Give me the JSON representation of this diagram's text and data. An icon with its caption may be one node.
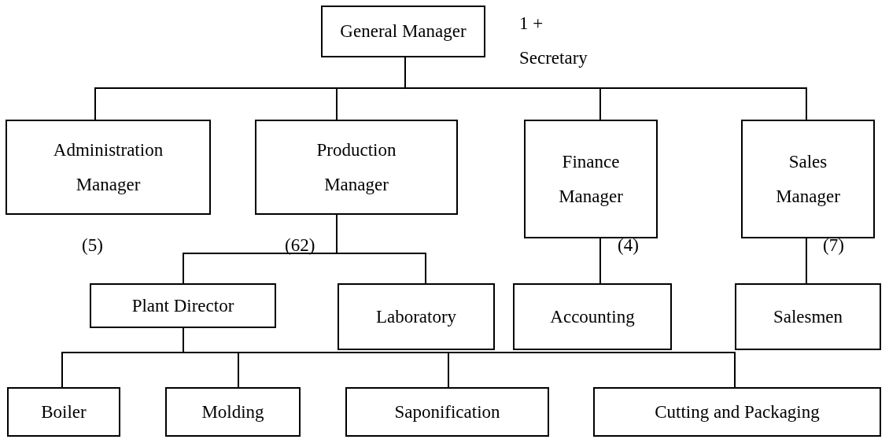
{
  "diagram": {
    "nodes": [
      {
        "text": [
          "General Manager"
        ],
        "beside": [
          "1 + Secretary"
        ]
      },
      {
        "text": [
          "Administration Manager"
        ],
        "beside": [
          "(5)"
        ]
      },
      {
        "text": [
          "Production Manager"
        ],
        "beside": [
          "(62)"
        ]
      },
      {
        "text": [
          "Finance Manager"
        ],
        "beside": [
          "(4)"
        ]
      },
      {
        "text": [
          "Sales Manager"
        ],
        "beside": [
          "(7)"
        ]
      },
      {
        "text": [
          "Plant Director"
        ]
      },
      {
        "text": [
          "Laboratory"
        ]
      },
      {
        "text": [
          "Accounting"
        ]
      },
      {
        "text": [
          "Salesmen"
        ]
      },
      {
        "text": [
          "Boiler"
        ]
      },
      {
        "text": [
          "Molding"
        ]
      },
      {
        "text": [
          "Saponification"
        ]
      },
      {
        "text": [
          "Cutting and Packaging"
        ]
      }
    ],
    "edges": [
      {
        "from": 0,
        "to": 1,
        "arrow": "none"
      },
      {
        "from": 0,
        "to": 2,
        "arrow": "none"
      },
      {
        "from": 0,
        "to": 3,
        "arrow": "none"
      },
      {
        "from": 0,
        "to": 4,
        "arrow": "none"
      },
      {
        "from": 2,
        "to": 5,
        "arrow": "none"
      },
      {
        "from": 2,
        "to": 6,
        "arrow": "none"
      },
      {
        "from": 3,
        "to": 7,
        "arrow": "none"
      },
      {
        "from": 4,
        "to": 8,
        "arrow": "none"
      },
      {
        "from": 5,
        "to": 9,
        "arrow": "none"
      },
      {
        "from": 5,
        "to": 10,
        "arrow": "none"
      },
      {
        "from": 5,
        "to": 11,
        "arrow": "none"
      },
      {
        "from": 5,
        "to": 12,
        "arrow": "none"
      }
    ]
  }
}
